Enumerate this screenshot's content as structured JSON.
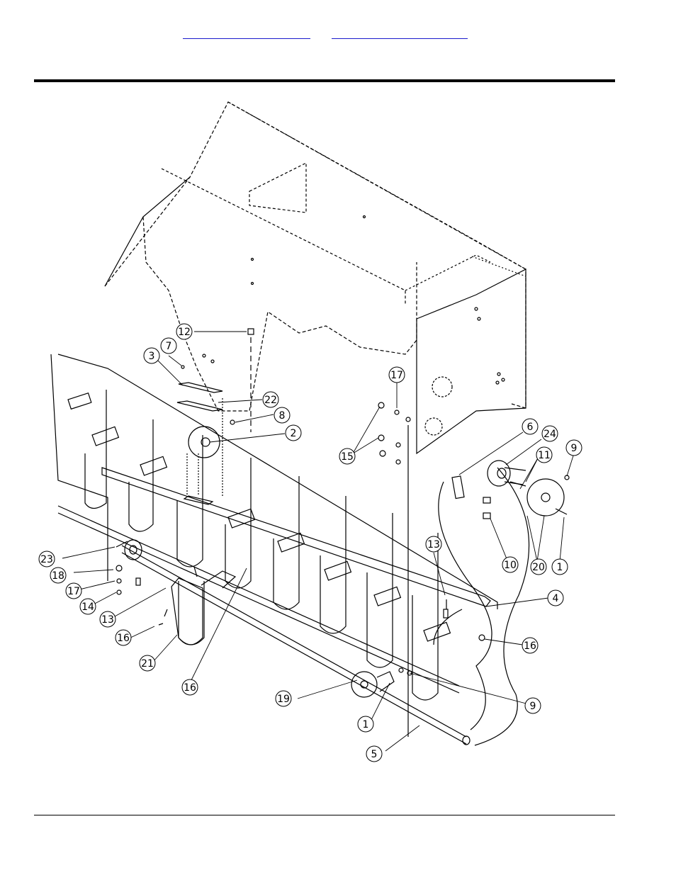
{
  "header": {
    "links": [
      "",
      ""
    ]
  },
  "diagram": {
    "callouts": [
      {
        "id": "c12",
        "label": "12"
      },
      {
        "id": "c7",
        "label": "7"
      },
      {
        "id": "c3",
        "label": "3"
      },
      {
        "id": "c22",
        "label": "22"
      },
      {
        "id": "c8",
        "label": "8"
      },
      {
        "id": "c2",
        "label": "2"
      },
      {
        "id": "c17a",
        "label": "17"
      },
      {
        "id": "c15",
        "label": "15"
      },
      {
        "id": "c6",
        "label": "6"
      },
      {
        "id": "c24",
        "label": "24"
      },
      {
        "id": "c11",
        "label": "11"
      },
      {
        "id": "c9a",
        "label": "9"
      },
      {
        "id": "c10",
        "label": "10"
      },
      {
        "id": "c20",
        "label": "20"
      },
      {
        "id": "c1a",
        "label": "1"
      },
      {
        "id": "c13a",
        "label": "13"
      },
      {
        "id": "c4",
        "label": "4"
      },
      {
        "id": "c16a",
        "label": "16"
      },
      {
        "id": "c23",
        "label": "23"
      },
      {
        "id": "c18",
        "label": "18"
      },
      {
        "id": "c17b",
        "label": "17"
      },
      {
        "id": "c14",
        "label": "14"
      },
      {
        "id": "c13b",
        "label": "13"
      },
      {
        "id": "c16b",
        "label": "16"
      },
      {
        "id": "c21",
        "label": "21"
      },
      {
        "id": "c16c",
        "label": "16"
      },
      {
        "id": "c19",
        "label": "19"
      },
      {
        "id": "c1b",
        "label": "1"
      },
      {
        "id": "c9b",
        "label": "9"
      },
      {
        "id": "c5",
        "label": "5"
      }
    ]
  }
}
